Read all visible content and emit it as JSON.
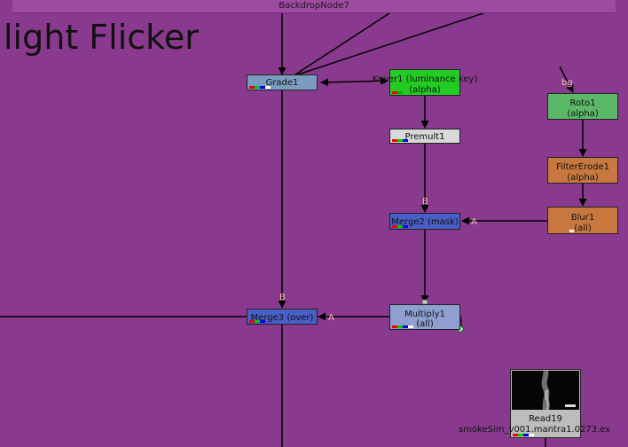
{
  "backdrop": {
    "title": "BackdropNode7",
    "heading": "light Flicker",
    "color": "#8a3a8e"
  },
  "nodes": {
    "grade1": {
      "label": "Grade1"
    },
    "keyer1": {
      "label": "Keyer1 (luminance key)",
      "sub": "(alpha)"
    },
    "premult1": {
      "label": "Premult1"
    },
    "merge2": {
      "label": "Merge2 (mask)"
    },
    "multiply1": {
      "label": "Multiply1",
      "sub": "(all)"
    },
    "merge3": {
      "label": "Merge3 (over)"
    },
    "roto1": {
      "label": "Roto1",
      "sub": "(alpha)"
    },
    "filtererode1": {
      "label": "FilterErode1",
      "sub": "(alpha)"
    },
    "blur1": {
      "label": "Blur1",
      "sub": "(all)"
    },
    "read19": {
      "label": "Read19",
      "file": "smokeSim_v001.mantra1.0273.ex"
    }
  },
  "pins": {
    "b": "B",
    "a": "A",
    "bg": "bg"
  },
  "colors": {
    "grade": "#7b9bc0",
    "keyer": "#22cc22",
    "premult": "#d8d8d8",
    "merge": "#4a5ec8",
    "multiply": "#8e9fd0",
    "roto": "#5bb866",
    "filter": "#c8783e",
    "read": "#bdbdbd"
  }
}
